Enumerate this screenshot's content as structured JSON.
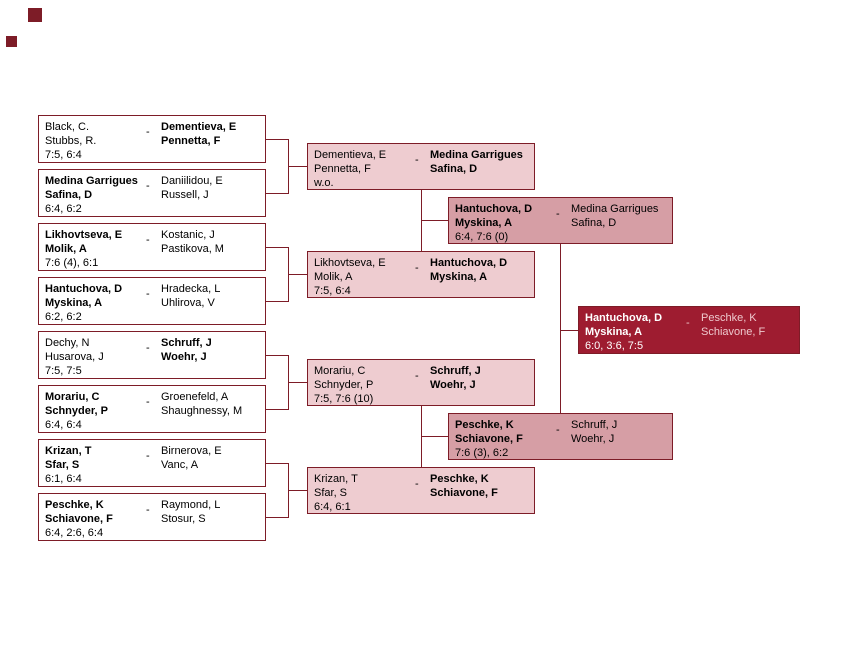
{
  "ui": {
    "separator": "-"
  },
  "colors": {
    "background": "#ffffff",
    "border_and_lines": "#7d1c27",
    "round1_box_bg": "#ffffff",
    "round2_box_bg": "#eeccd0",
    "semifinal_box_bg": "#d69ea5",
    "final_box_bg": "#9e1c30",
    "text": "#000000",
    "final_text": "#ffffff",
    "final_secondary_text": "#eec8cd",
    "corner_square": "#7d1c27"
  },
  "bracket": {
    "round1": [
      {
        "team1": [
          "Black, C.",
          "Stubbs, R."
        ],
        "team2": [
          "Dementieva, E",
          "Pennetta, F"
        ],
        "score": "7:5, 6:4",
        "winner": 2
      },
      {
        "team1": [
          "Medina Garrigues",
          "Safina, D"
        ],
        "team2": [
          "Daniilidou, E",
          "Russell, J"
        ],
        "score": "6:4, 6:2",
        "winner": 1
      },
      {
        "team1": [
          "Likhovtseva, E",
          "Molik, A"
        ],
        "team2": [
          "Kostanic, J",
          "Pastikova, M"
        ],
        "score": "7:6 (4), 6:1",
        "winner": 1
      },
      {
        "team1": [
          "Hantuchova, D",
          "Myskina, A"
        ],
        "team2": [
          "Hradecka, L",
          "Uhlirova, V"
        ],
        "score": "6:2, 6:2",
        "winner": 1
      },
      {
        "team1": [
          "Dechy, N",
          "Husarova, J"
        ],
        "team2": [
          "Schruff, J",
          "Woehr, J"
        ],
        "score": "7:5, 7:5",
        "winner": 2
      },
      {
        "team1": [
          "Morariu, C",
          "Schnyder, P"
        ],
        "team2": [
          "Groenefeld, A",
          "Shaughnessy, M"
        ],
        "score": "6:4, 6:4",
        "winner": 1
      },
      {
        "team1": [
          "Krizan, T",
          "Sfar, S"
        ],
        "team2": [
          "Birnerova, E",
          "Vanc, A"
        ],
        "score": "6:1, 6:4",
        "winner": 1
      },
      {
        "team1": [
          "Peschke, K",
          "Schiavone, F"
        ],
        "team2": [
          "Raymond, L",
          "Stosur, S"
        ],
        "score": "6:4, 2:6, 6:4",
        "winner": 1
      }
    ],
    "quarterfinals": [
      {
        "team1": [
          "Dementieva, E",
          "Pennetta, F"
        ],
        "team2": [
          "Medina Garrigues",
          "Safina, D"
        ],
        "score": "w.o.",
        "winner": 2
      },
      {
        "team1": [
          "Likhovtseva, E",
          "Molik, A"
        ],
        "team2": [
          "Hantuchova, D",
          "Myskina, A"
        ],
        "score": "7:5, 6:4",
        "winner": 2
      },
      {
        "team1": [
          "Morariu, C",
          "Schnyder, P"
        ],
        "team2": [
          "Schruff, J",
          "Woehr, J"
        ],
        "score": "7:5, 7:6 (10)",
        "winner": 2
      },
      {
        "team1": [
          "Krizan, T",
          "Sfar, S"
        ],
        "team2": [
          "Peschke, K",
          "Schiavone, F"
        ],
        "score": "6:4, 6:1",
        "winner": 2
      }
    ],
    "semifinals": [
      {
        "team1": [
          "Hantuchova, D",
          "Myskina, A"
        ],
        "team2": [
          "Medina Garrigues",
          "Safina, D"
        ],
        "score": "6:4, 7:6 (0)",
        "winner": 1
      },
      {
        "team1": [
          "Peschke, K",
          "Schiavone, F"
        ],
        "team2": [
          "Schruff, J",
          "Woehr, J"
        ],
        "score": "7:6 (3), 6:2",
        "winner": 1
      }
    ],
    "final": [
      {
        "team1": [
          "Hantuchova, D",
          "Myskina, A"
        ],
        "team2": [
          "Peschke, K",
          "Schiavone, F"
        ],
        "score": "6:0, 3:6, 7:5",
        "winner": 1
      }
    ]
  }
}
